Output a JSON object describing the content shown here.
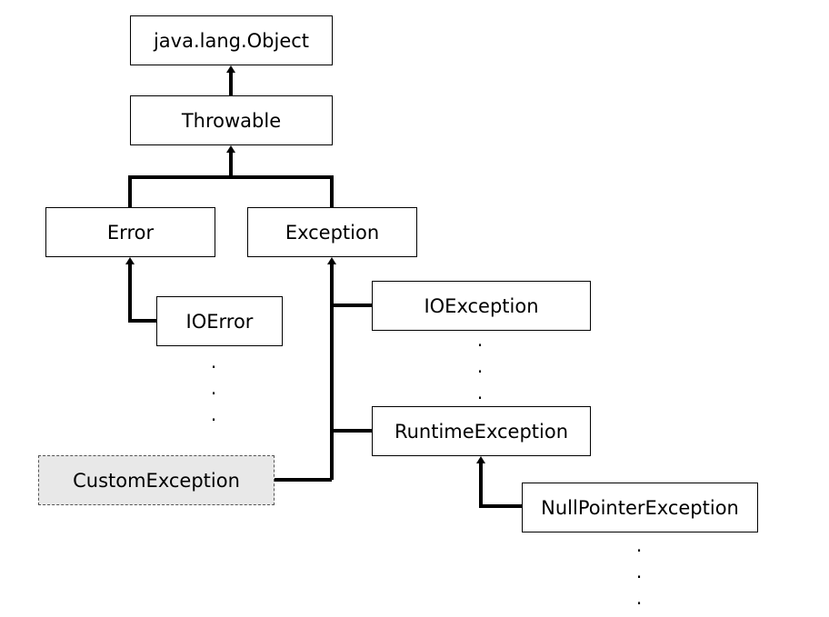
{
  "diagram": {
    "nodes": {
      "object": "java.lang.Object",
      "throwable": "Throwable",
      "error": "Error",
      "exception": "Exception",
      "ioerror": "IOError",
      "ioexception": "IOException",
      "runtime_exception": "RuntimeException",
      "custom_exception": "CustomException",
      "null_pointer_exception": "NullPointerException"
    },
    "ellipsis": "·"
  }
}
